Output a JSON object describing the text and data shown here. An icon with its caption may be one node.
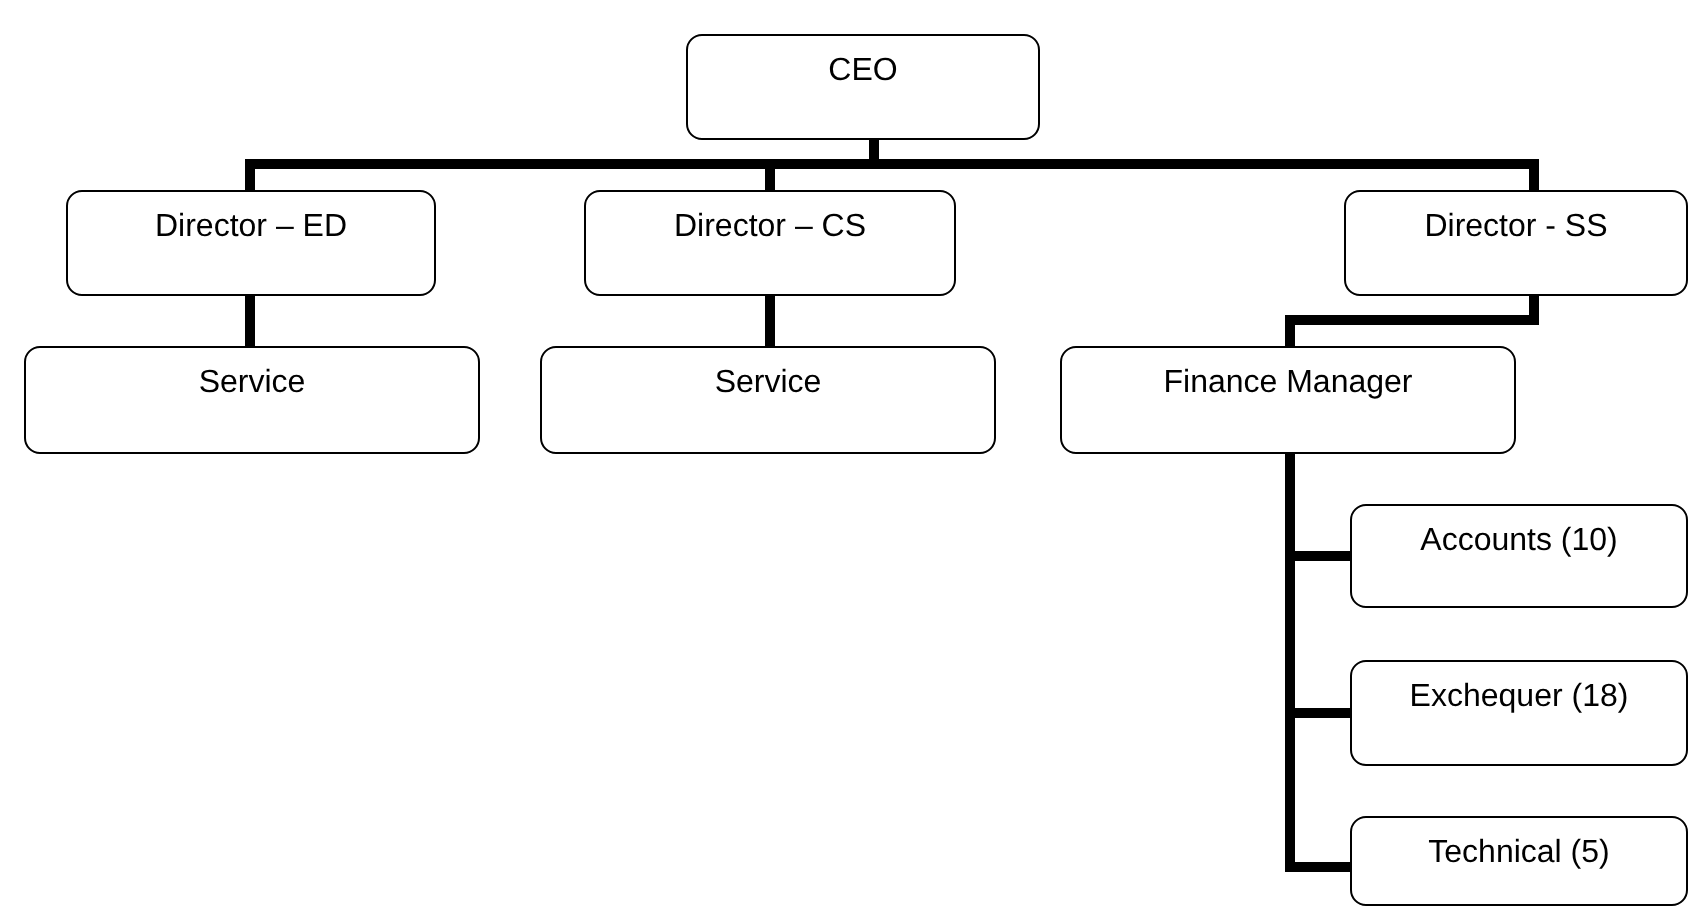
{
  "diagram": {
    "nodes": [
      {
        "text": [
          "CEO"
        ]
      },
      {
        "text": [
          "Director – ED"
        ]
      },
      {
        "text": [
          "Director – CS"
        ]
      },
      {
        "text": [
          "Director - SS"
        ]
      },
      {
        "text": [
          "Service"
        ]
      },
      {
        "text": [
          "Service"
        ]
      },
      {
        "text": [
          "Finance Manager"
        ]
      },
      {
        "text": [
          "Accounts (10)"
        ]
      },
      {
        "text": [
          "Exchequer (18)"
        ]
      },
      {
        "text": [
          "Technical (5)"
        ]
      }
    ],
    "edges": [
      {
        "from": 0,
        "to": 1,
        "arrow": "none"
      },
      {
        "from": 0,
        "to": 2,
        "arrow": "none"
      },
      {
        "from": 0,
        "to": 3,
        "arrow": "none"
      },
      {
        "from": 1,
        "to": 4,
        "arrow": "none"
      },
      {
        "from": 2,
        "to": 5,
        "arrow": "none"
      },
      {
        "from": 3,
        "to": 6,
        "arrow": "none"
      },
      {
        "from": 6,
        "to": 7,
        "arrow": "none"
      },
      {
        "from": 6,
        "to": 8,
        "arrow": "none"
      },
      {
        "from": 6,
        "to": 9,
        "arrow": "none"
      }
    ]
  }
}
